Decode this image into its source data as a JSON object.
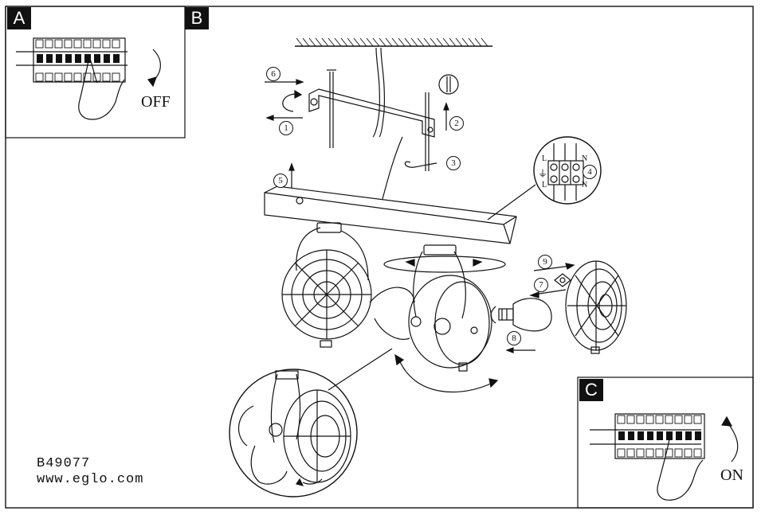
{
  "panels": {
    "a": {
      "label": "A",
      "state": "OFF"
    },
    "b": {
      "label": "B"
    },
    "c": {
      "label": "C",
      "state": "ON"
    }
  },
  "steps": [
    "6",
    "1",
    "2",
    "3",
    "5",
    "4",
    "9",
    "7",
    "8"
  ],
  "terminal_labels": {
    "left_top": "L",
    "left_bottom": "L",
    "right_top": "N",
    "right_bottom": "N",
    "earth": "⏚"
  },
  "footer": {
    "model": "B49077",
    "website": "www.eglo.com"
  }
}
